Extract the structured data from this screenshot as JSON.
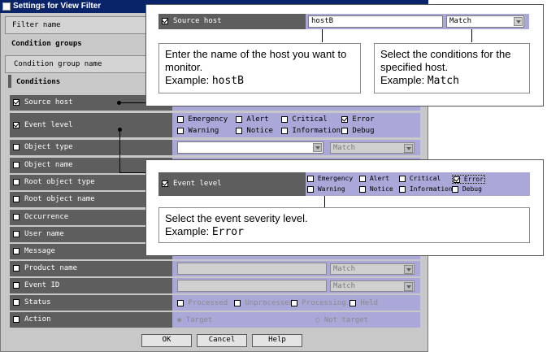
{
  "window": {
    "title": "Settings for View Filter"
  },
  "filter_name": {
    "label": "Filter name"
  },
  "condition_groups": {
    "label": "Condition groups"
  },
  "condition_group_name": {
    "label": "Condition group name"
  },
  "conditions": {
    "label": "Conditions"
  },
  "rows": {
    "source_host": {
      "label": "Source host",
      "checked": true
    },
    "event_level": {
      "label": "Event level",
      "checked": true,
      "levels": [
        {
          "label": "Emergency",
          "checked": false
        },
        {
          "label": "Alert",
          "checked": false
        },
        {
          "label": "Critical",
          "checked": false
        },
        {
          "label": "Error",
          "checked": true
        },
        {
          "label": "Warning",
          "checked": false
        },
        {
          "label": "Notice",
          "checked": false
        },
        {
          "label": "Information",
          "checked": false
        },
        {
          "label": "Debug",
          "checked": false
        }
      ]
    },
    "object_type": {
      "label": "Object type",
      "select": "Match"
    },
    "object_name": {
      "label": "Object name"
    },
    "root_object_type": {
      "label": "Root object type"
    },
    "root_object_name": {
      "label": "Root object name"
    },
    "occurrence": {
      "label": "Occurrence"
    },
    "user_name": {
      "label": "User name"
    },
    "message": {
      "label": "Message"
    },
    "product_name": {
      "label": "Product name",
      "select": "Match"
    },
    "event_id": {
      "label": "Event ID",
      "select": "Match"
    },
    "status": {
      "label": "Status",
      "options": [
        "Processed",
        "Unprocessed",
        "Processing",
        "Held"
      ]
    },
    "action": {
      "label": "Action",
      "options": [
        "Target",
        "Not target"
      ]
    }
  },
  "buttons": {
    "ok": "OK",
    "cancel": "Cancel",
    "help": "Help"
  },
  "callout_source": {
    "label": "Source host",
    "value": "hostB",
    "select": "Match",
    "note_left_1": "Enter the name of the host you want to monitor.",
    "example_prefix": "Example: ",
    "note_left_example": "hostB",
    "note_right_1": "Select the conditions for the specified host.",
    "note_right_example": "Match"
  },
  "callout_event": {
    "label": "Event level",
    "note": "Select the event severity level.",
    "example_prefix": "Example: ",
    "note_example": "Error"
  },
  "colors": {
    "titlebar": "#0a246a",
    "row_label": "#5e5e5e",
    "field": "#a9a8d8",
    "dialog": "#c8c8c8"
  }
}
